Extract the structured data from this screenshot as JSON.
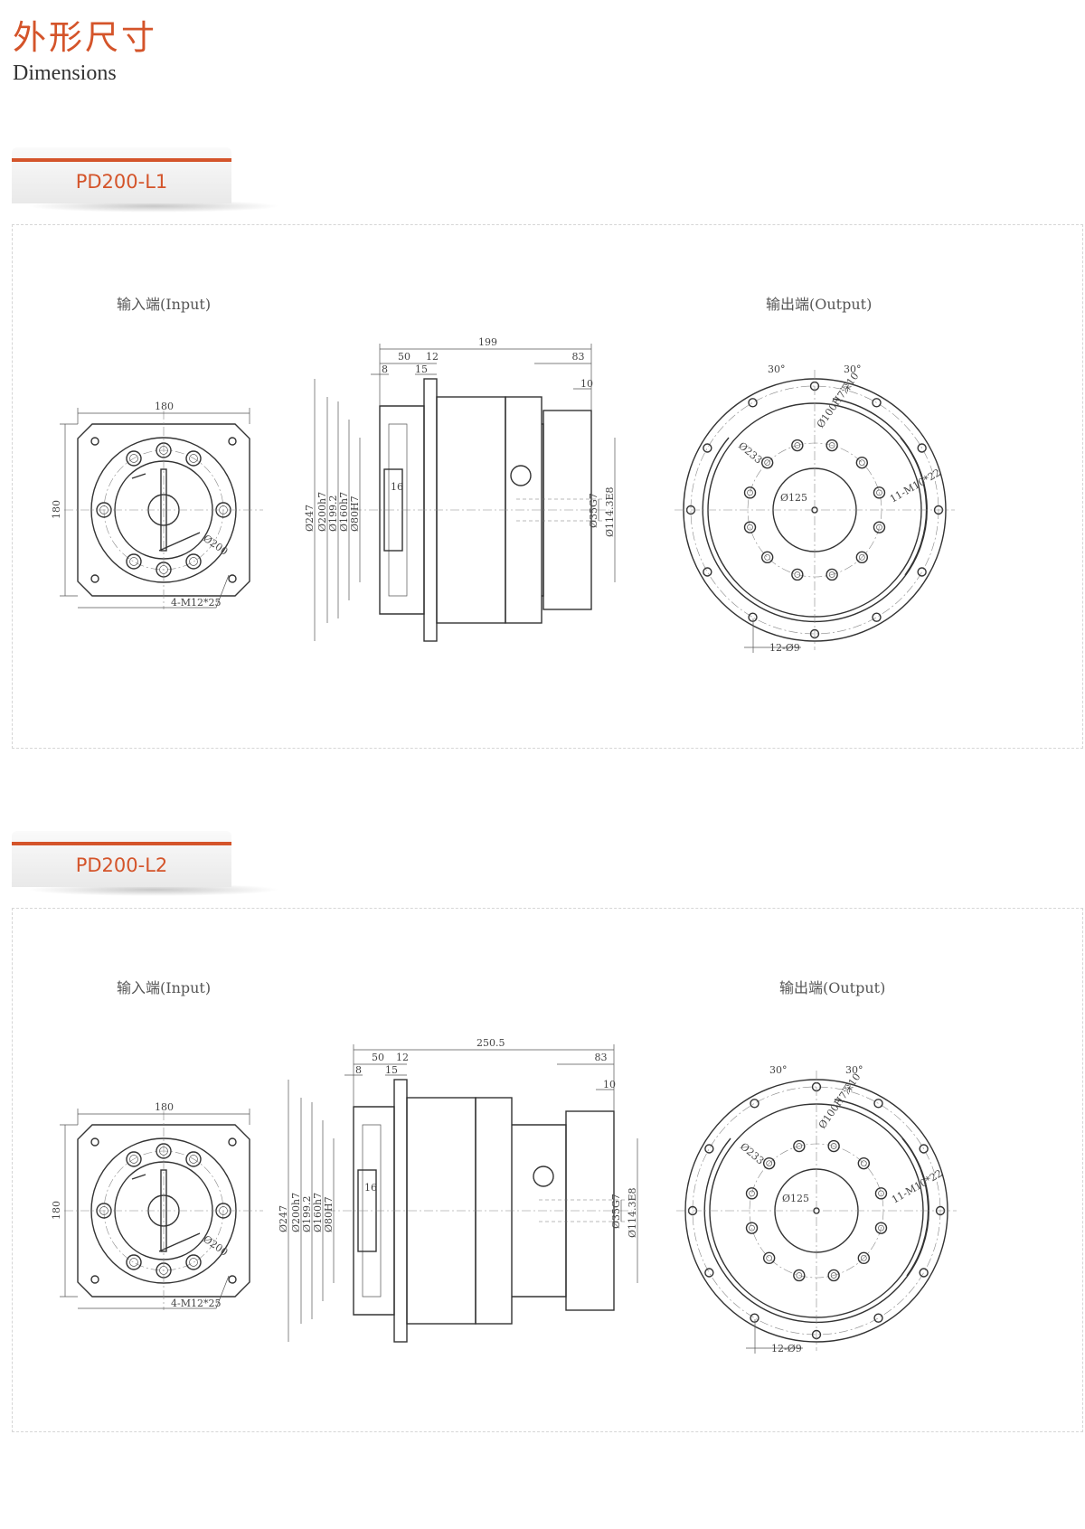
{
  "header": {
    "title_cn": "外形尺寸",
    "title_en": "Dimensions"
  },
  "colors": {
    "accent": "#d4542a",
    "line": "#333333"
  },
  "models": [
    {
      "name": "PD200-L1",
      "input_label": "输入端(Input)",
      "output_label": "输出端(Output)",
      "dims": {
        "width_top": "180",
        "height_left": "180",
        "bolt_circle": "Ø200",
        "input_holes": "4-M12*25",
        "length_total": "199",
        "d50": "50",
        "d12": "12",
        "d8": "8",
        "d15": "15",
        "d83": "83",
        "d10": "10",
        "key": "16",
        "dia_247": "Ø247",
        "dia_200h7": "Ø200h7",
        "dia_199": "Ø199.2",
        "dia_160h7": "Ø160h7",
        "dia_80H7": "Ø80H7",
        "dia_35G7": "Ø35G7",
        "dia_114": "Ø114.3E8",
        "ang_left": "30°",
        "ang_right": "30°",
        "dia_100H7": "Ø100H7深10",
        "dia_233": "Ø233",
        "dia_125": "Ø125",
        "out_threads": "11-M10*22",
        "out_holes": "12-Ø9"
      }
    },
    {
      "name": "PD200-L2",
      "input_label": "输入端(Input)",
      "output_label": "输出端(Output)",
      "dims": {
        "width_top": "180",
        "height_left": "180",
        "bolt_circle": "Ø200",
        "input_holes": "4-M12*25",
        "length_total": "250.5",
        "d50": "50",
        "d12": "12",
        "d8": "8",
        "d15": "15",
        "d83": "83",
        "d10": "10",
        "key": "16",
        "dia_247": "Ø247",
        "dia_200h7": "Ø200h7",
        "dia_199": "Ø199.2",
        "dia_160h7": "Ø160h7",
        "dia_80H7": "Ø80H7",
        "dia_35G7": "Ø35G7",
        "dia_114": "Ø114.3E8",
        "ang_left": "30°",
        "ang_right": "30°",
        "dia_100H7": "Ø100H7深10",
        "dia_233": "Ø233",
        "dia_125": "Ø125",
        "out_threads": "11-M10*22",
        "out_holes": "12-Ø9"
      }
    }
  ]
}
